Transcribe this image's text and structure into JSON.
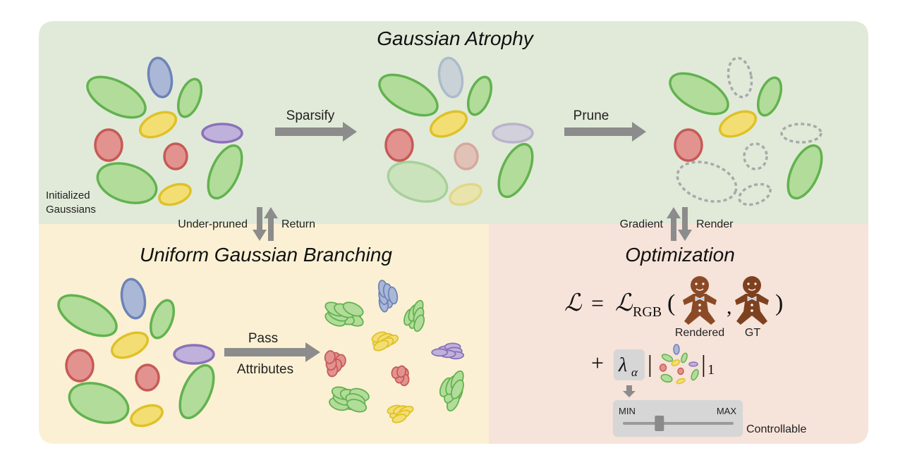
{
  "colors": {
    "green_panel": "#e1ead9",
    "yellow_panel": "#fbf0d3",
    "peach_panel": "#f6e3d9",
    "arrow_gray": "#8c8c8c",
    "green": "#7cc46a",
    "blue": "#7f95c2",
    "yellow": "#ead24b",
    "purple": "#9a84c0",
    "red": "#d16b67"
  },
  "atrophy": {
    "title": "Gaussian Atrophy",
    "initial_label_line1": "Initialized",
    "initial_label_line2": "Gaussians",
    "sparsify_label": "Sparsify",
    "prune_label": "Prune"
  },
  "links": {
    "under_pruned": "Under-pruned",
    "return": "Return",
    "gradient": "Gradient",
    "render": "Render"
  },
  "branching": {
    "title": "Uniform Gaussian Branching",
    "pass_label": "Pass",
    "attributes_label": "Attributes"
  },
  "optimization": {
    "title": "Optimization",
    "loss_symbol": "ℒ",
    "equals": "=",
    "loss_rgb": "ℒ",
    "loss_rgb_sub": "RGB",
    "open_paren": "(",
    "comma": ",",
    "close_paren": ")",
    "rendered_label": "Rendered",
    "gt_label": "GT",
    "plus": "+",
    "lambda": "λ",
    "lambda_sub": "α",
    "norm_left": "|",
    "norm_right": "|",
    "norm_sub": "1",
    "slider_min": "MIN",
    "slider_max": "MAX",
    "slider_level": 0.33,
    "controllable_label": "Controllable"
  }
}
